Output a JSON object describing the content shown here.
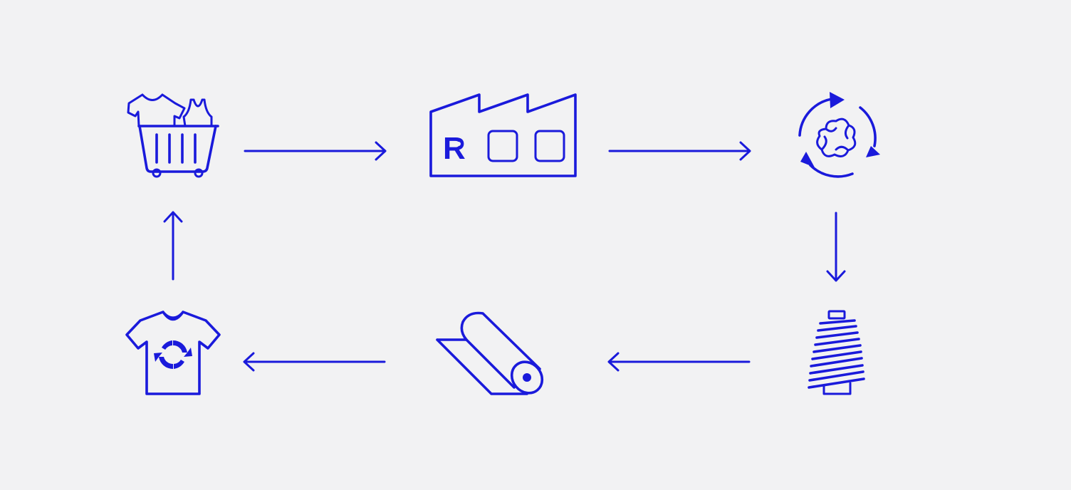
{
  "colors": {
    "accent": "#1a1adb",
    "background": "#f2f2f3"
  },
  "diagram": {
    "type": "cycle",
    "nodes": [
      {
        "id": "clothes-bin",
        "icon": "clothes-bin-icon"
      },
      {
        "id": "recycling-factory",
        "icon": "factory-icon",
        "label": "R"
      },
      {
        "id": "fiber-recycling",
        "icon": "cotton-recycle-icon"
      },
      {
        "id": "yarn-spool",
        "icon": "thread-spool-icon"
      },
      {
        "id": "fabric-roll",
        "icon": "fabric-roll-icon"
      },
      {
        "id": "recycled-shirt",
        "icon": "recycled-tshirt-icon"
      }
    ],
    "edges": [
      {
        "from": "clothes-bin",
        "to": "recycling-factory",
        "direction": "right"
      },
      {
        "from": "recycling-factory",
        "to": "fiber-recycling",
        "direction": "right"
      },
      {
        "from": "fiber-recycling",
        "to": "yarn-spool",
        "direction": "down"
      },
      {
        "from": "yarn-spool",
        "to": "fabric-roll",
        "direction": "left"
      },
      {
        "from": "fabric-roll",
        "to": "recycled-shirt",
        "direction": "left"
      },
      {
        "from": "recycled-shirt",
        "to": "clothes-bin",
        "direction": "up"
      }
    ]
  }
}
